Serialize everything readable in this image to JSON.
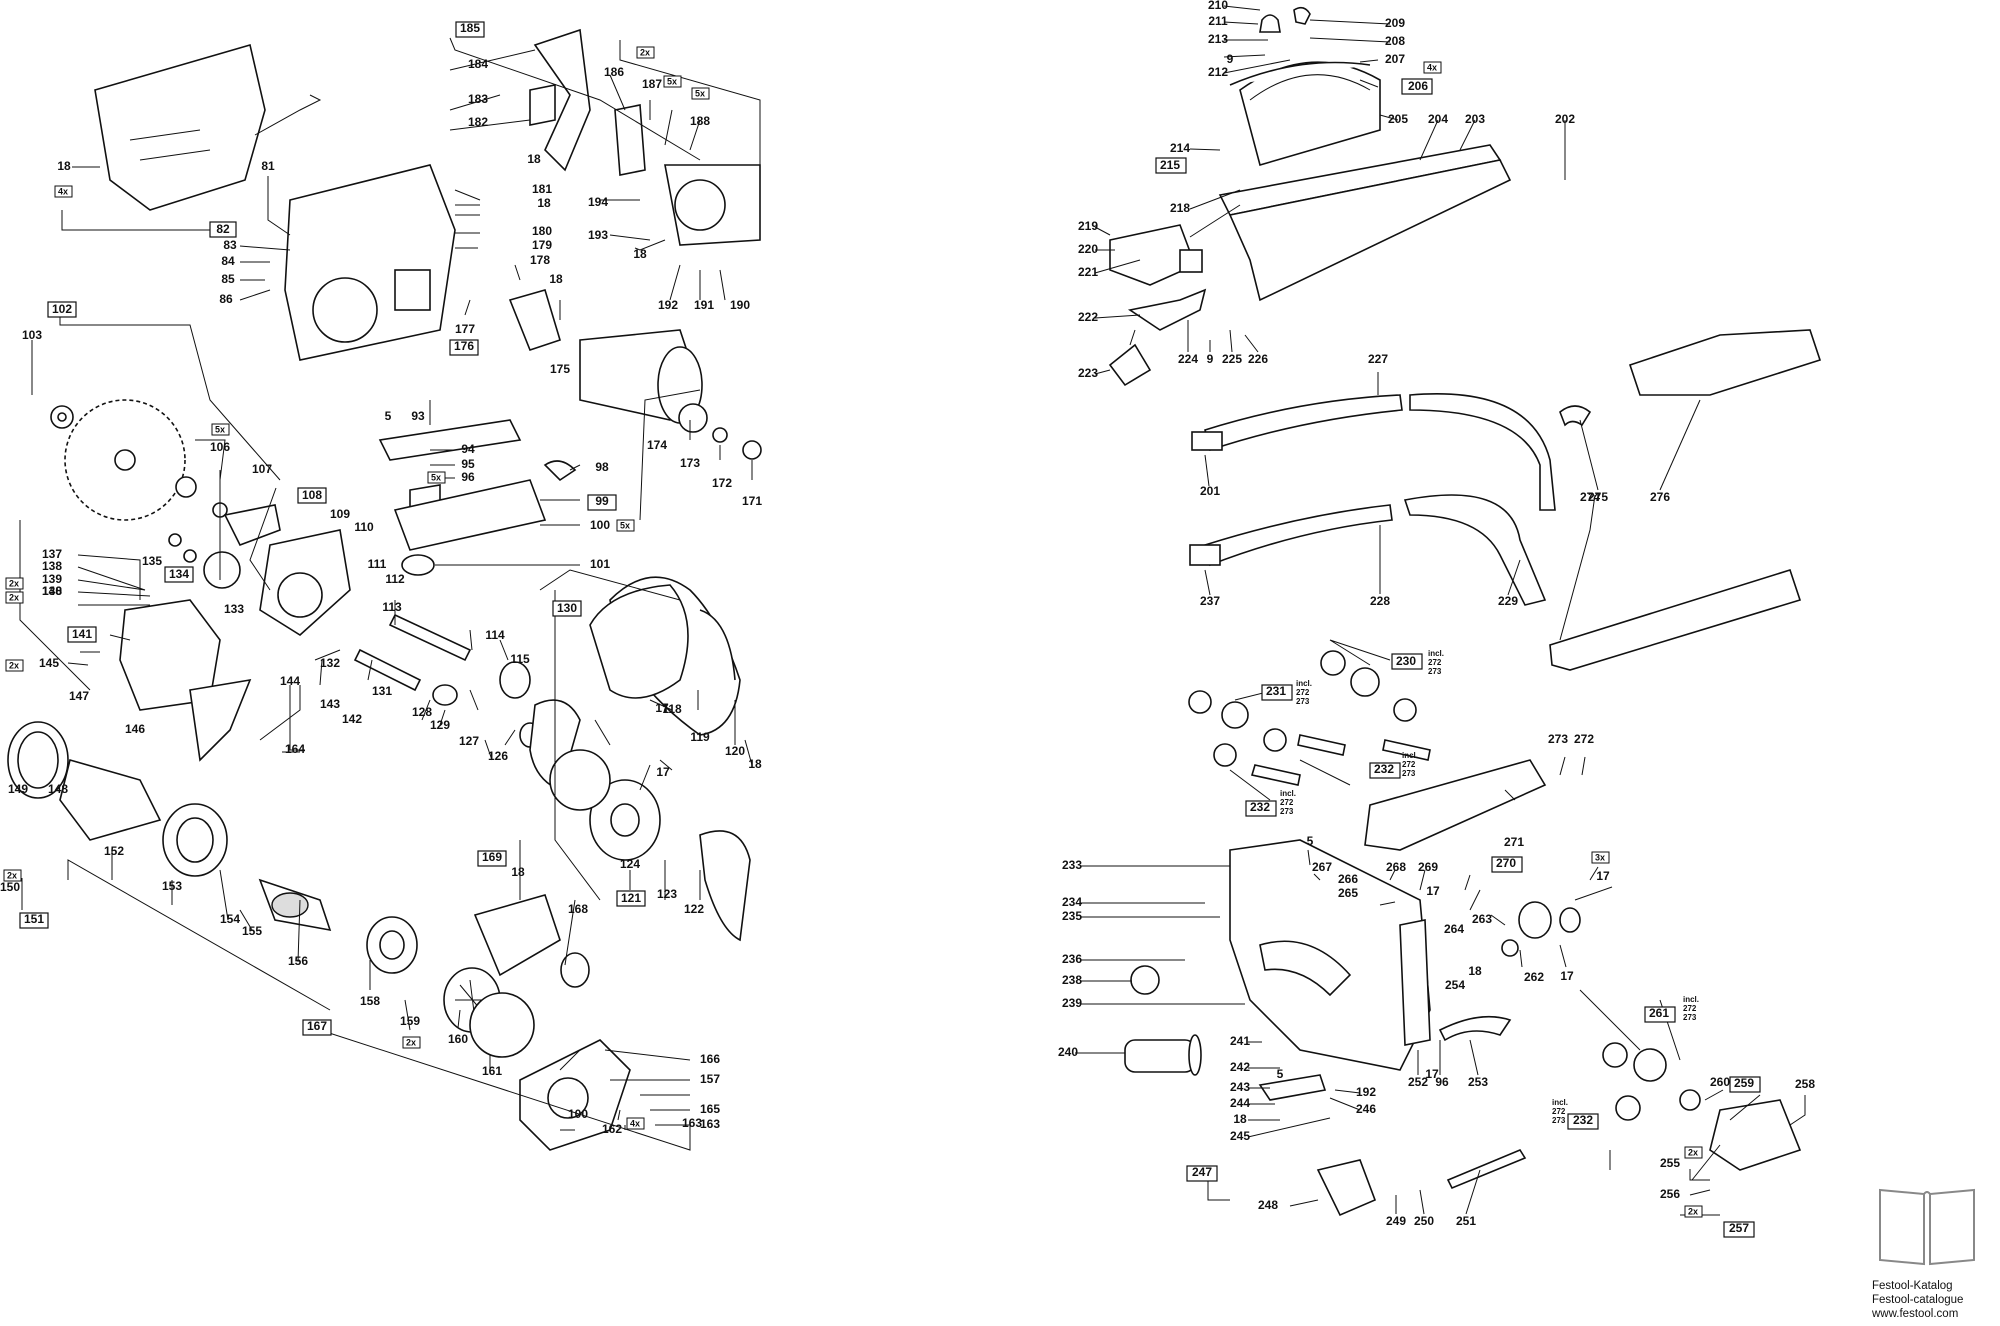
{
  "title": "",
  "labels_left": [
    "18",
    "81",
    "82",
    "83",
    "84",
    "85",
    "86",
    "102",
    "103",
    "106",
    "107",
    "108",
    "109",
    "110",
    "111",
    "112",
    "113",
    "114",
    "115",
    "118",
    "119",
    "120",
    "121",
    "122",
    "123",
    "124",
    "126",
    "127",
    "128",
    "129",
    "130",
    "131",
    "132",
    "133",
    "134",
    "135",
    "137",
    "138",
    "139",
    "140",
    "141",
    "142",
    "143",
    "144",
    "145",
    "146",
    "147",
    "148",
    "149",
    "150",
    "151",
    "152",
    "153",
    "154",
    "155",
    "156",
    "157",
    "158",
    "159",
    "160",
    "161",
    "162",
    "163",
    "164",
    "165",
    "166",
    "167",
    "168",
    "169",
    "171",
    "172",
    "173",
    "174",
    "175",
    "176",
    "177",
    "178",
    "179",
    "180",
    "181",
    "182",
    "183",
    "184",
    "185",
    "186",
    "187",
    "188",
    "190",
    "191",
    "192",
    "193",
    "194",
    "5",
    "17",
    "93",
    "94",
    "95",
    "96",
    "98",
    "99",
    "100",
    "101"
  ],
  "labels_right": [
    "201",
    "202",
    "203",
    "204",
    "205",
    "206",
    "207",
    "208",
    "209",
    "210",
    "211",
    "212",
    "213",
    "214",
    "215",
    "218",
    "219",
    "220",
    "221",
    "222",
    "223",
    "224",
    "225",
    "226",
    "227",
    "228",
    "229",
    "230",
    "231",
    "232",
    "233",
    "234",
    "235",
    "236",
    "237",
    "238",
    "239",
    "240",
    "241",
    "242",
    "243",
    "244",
    "245",
    "246",
    "247",
    "248",
    "249",
    "250",
    "251",
    "252",
    "253",
    "254",
    "255",
    "256",
    "257",
    "258",
    "259",
    "260",
    "261",
    "262",
    "263",
    "264",
    "265",
    "266",
    "267",
    "268",
    "269",
    "270",
    "271",
    "272",
    "273",
    "274",
    "275",
    "276",
    "9",
    "5",
    "17",
    "18",
    "96",
    "192"
  ],
  "qty_tags": [
    "4x",
    "5x",
    "2x",
    "3x"
  ],
  "incl_text": "incl.",
  "logo": {
    "icon": "open-book-icon",
    "line1": "Festool-Katalog",
    "line2": "Festool-catalogue",
    "line3": "www.festool.com"
  }
}
